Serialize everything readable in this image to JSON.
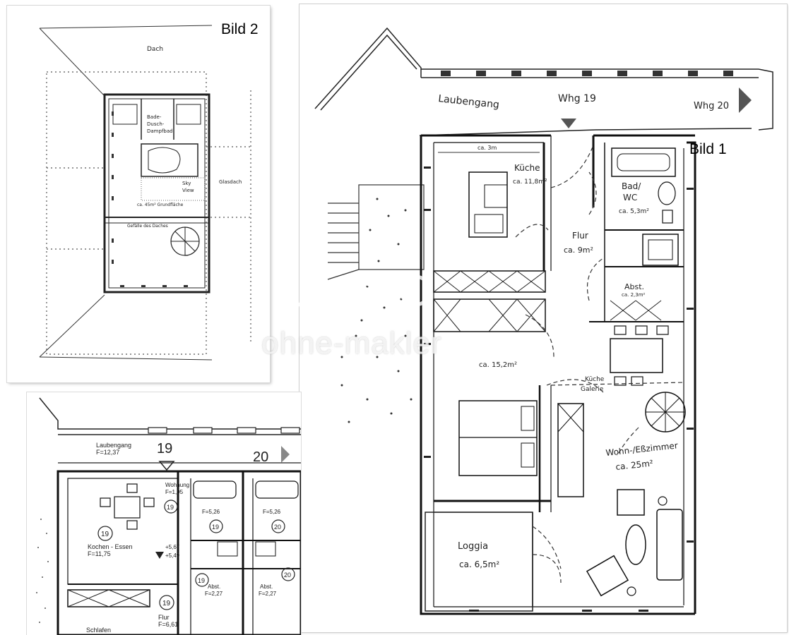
{
  "bild2": {
    "label": "Bild 2",
    "dach": "Dach",
    "room_labels": [
      "Bade-",
      "Dusch-",
      "Dampfbad"
    ],
    "glasdach": "Glasdach",
    "sky_view": [
      "Sky",
      "View"
    ],
    "area_note": "ca. 45m² Grundfläche",
    "note_bottom": "Gefälle des Daches"
  },
  "bild1": {
    "label": "Bild 1",
    "laubengang": "Laubengang",
    "whg19": "Whg 19",
    "whg20": "Whg 20",
    "kueche": "Küche",
    "kueche_area": "ca. 11,8m²",
    "bad": "Bad/",
    "wc": "WC",
    "bad_area": "ca. 5,3m²",
    "flur": "Flur",
    "flur_area": "ca. 9m²",
    "abst": "Abst.",
    "abst_area": "ca. 2,3m²",
    "schlaf_area": "ca. 15,2m²",
    "kueche_galerie": [
      "Küche",
      "Galerie"
    ],
    "wohn": "Wohn-/Eßzimmer",
    "wohn_area": "ca. 25m²",
    "loggia": "Loggia",
    "loggia_area": "ca. 6,5m²",
    "dim_3m": "ca. 3m"
  },
  "bild3": {
    "laubengang": "Laubengang",
    "laubengang_area": "F=12,37",
    "n19": "19",
    "n20": "20",
    "wohnung_label": "Wohnung",
    "wohnung_area": "F=1,95",
    "bad_area_a": "F=5,26",
    "bad_area_b": "F=5,26",
    "kochen": "Kochen - Essen",
    "kochen_area": "F=11,75",
    "level_a": "+5,67",
    "level_b": "+5,49",
    "abst": "Abst.",
    "abst_area": "F=2,27",
    "flur": "Flur",
    "flur_area": "F=6,61",
    "schlafen": "Schlafen"
  },
  "watermark": {
    "text": "ohne-makler"
  }
}
